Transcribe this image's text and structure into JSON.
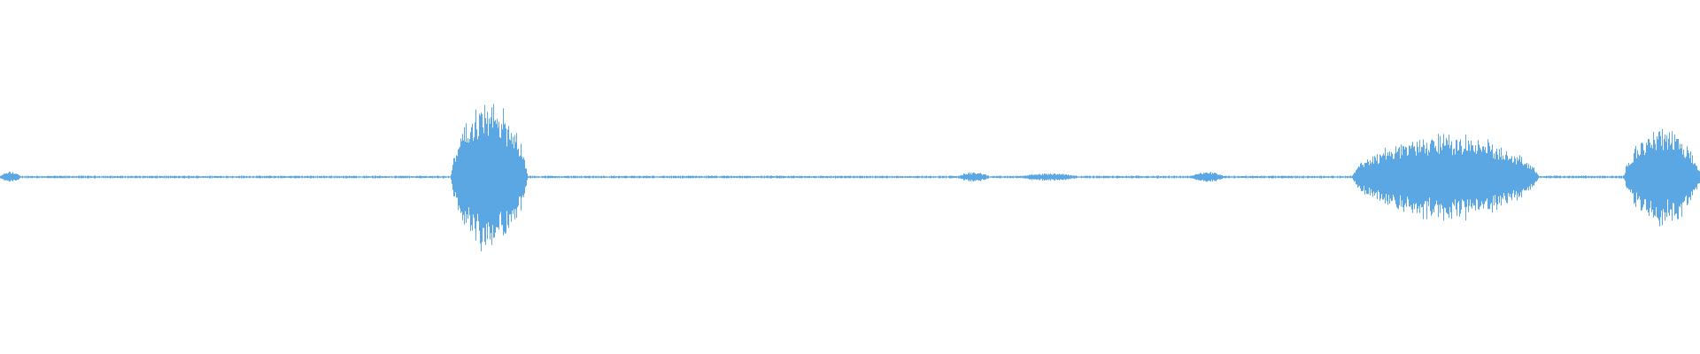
{
  "waveform": {
    "color": "#5aa7e3",
    "background": "#ffffff",
    "duration_fraction_segments": [
      {
        "name": "segment-start",
        "start": 0.0,
        "end": 0.012,
        "amplitude": 0.07
      },
      {
        "name": "segment-burst-1",
        "start": 0.265,
        "end": 0.31,
        "amplitude": 0.95
      },
      {
        "name": "segment-blip-1",
        "start": 0.563,
        "end": 0.582,
        "amplitude": 0.06
      },
      {
        "name": "segment-blip-2",
        "start": 0.6,
        "end": 0.635,
        "amplitude": 0.05
      },
      {
        "name": "segment-blip-3",
        "start": 0.7,
        "end": 0.72,
        "amplitude": 0.07
      },
      {
        "name": "segment-burst-2",
        "start": 0.795,
        "end": 0.905,
        "amplitude": 0.55
      },
      {
        "name": "segment-burst-3",
        "start": 0.955,
        "end": 1.0,
        "amplitude": 0.6
      }
    ],
    "baseline_noise_amplitude": 0.012
  }
}
